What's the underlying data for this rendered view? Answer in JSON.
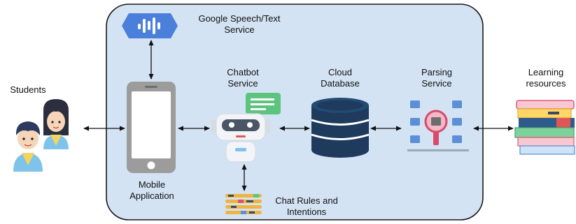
{
  "labels": {
    "students": "Students",
    "speech_line1": "Google Speech/Text",
    "speech_line2": "Service",
    "chatbot_line1": "Chatbot",
    "chatbot_line2": "Service",
    "cloud_line1": "Cloud",
    "cloud_line2": "Database",
    "parsing_line1": "Parsing",
    "parsing_line2": "Service",
    "learning_line1": "Learning",
    "learning_line2": "resources",
    "mobile_line1": "Mobile",
    "mobile_line2": "Application",
    "rules_line1": "Chat Rules and",
    "rules_line2": "Intentions"
  },
  "icons": {
    "students": "students-icon",
    "speech": "google-speech-icon",
    "phone": "mobile-phone-icon",
    "chatbot": "chatbot-robot-icon",
    "database": "database-icon",
    "parsing": "parsing-network-icon",
    "books": "books-icon",
    "rules": "chat-rules-icon"
  },
  "colors": {
    "system_bg": "#d3e3f3",
    "system_border": "#1a1a1a",
    "google_blue": "#4a7fdc",
    "phone_gray": "#9c9c9c",
    "db_navy": "#1e3a5c",
    "bot_green": "#5cc47e"
  }
}
